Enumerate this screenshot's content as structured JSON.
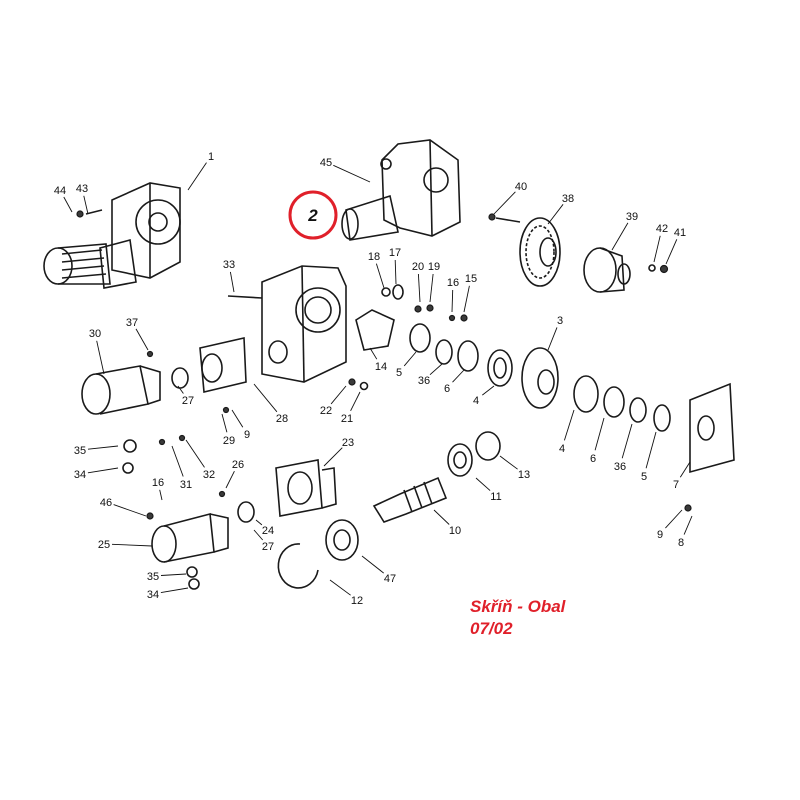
{
  "labels": [
    {
      "id": "p1",
      "text": "1"
    },
    {
      "id": "p44",
      "text": "44"
    },
    {
      "id": "p43",
      "text": "43"
    },
    {
      "id": "p45",
      "text": "45"
    },
    {
      "id": "p40",
      "text": "40"
    },
    {
      "id": "p38",
      "text": "38"
    },
    {
      "id": "p39",
      "text": "39"
    },
    {
      "id": "p42",
      "text": "42"
    },
    {
      "id": "p41",
      "text": "41"
    },
    {
      "id": "p33",
      "text": "33"
    },
    {
      "id": "p18",
      "text": "18"
    },
    {
      "id": "p17",
      "text": "17"
    },
    {
      "id": "p20",
      "text": "20"
    },
    {
      "id": "p19",
      "text": "19"
    },
    {
      "id": "p16a",
      "text": "16"
    },
    {
      "id": "p15",
      "text": "15"
    },
    {
      "id": "p3",
      "text": "3"
    },
    {
      "id": "p30",
      "text": "30"
    },
    {
      "id": "p37",
      "text": "37"
    },
    {
      "id": "p14",
      "text": "14"
    },
    {
      "id": "p5a",
      "text": "5"
    },
    {
      "id": "p36a",
      "text": "36"
    },
    {
      "id": "p6a",
      "text": "6"
    },
    {
      "id": "p4a",
      "text": "4"
    },
    {
      "id": "p27a",
      "text": "27"
    },
    {
      "id": "p28",
      "text": "28"
    },
    {
      "id": "p22",
      "text": "22"
    },
    {
      "id": "p21",
      "text": "21"
    },
    {
      "id": "p29",
      "text": "29"
    },
    {
      "id": "p9a",
      "text": "9"
    },
    {
      "id": "p4b",
      "text": "4"
    },
    {
      "id": "p6b",
      "text": "6"
    },
    {
      "id": "p36b",
      "text": "36"
    },
    {
      "id": "p5b",
      "text": "5"
    },
    {
      "id": "p7",
      "text": "7"
    },
    {
      "id": "p35a",
      "text": "35"
    },
    {
      "id": "p31",
      "text": "31"
    },
    {
      "id": "p32",
      "text": "32"
    },
    {
      "id": "p34a",
      "text": "34"
    },
    {
      "id": "p23",
      "text": "23"
    },
    {
      "id": "p13",
      "text": "13"
    },
    {
      "id": "p26",
      "text": "26"
    },
    {
      "id": "p16b",
      "text": "16"
    },
    {
      "id": "p11",
      "text": "11"
    },
    {
      "id": "p46",
      "text": "46"
    },
    {
      "id": "p24",
      "text": "24"
    },
    {
      "id": "p27b",
      "text": "27"
    },
    {
      "id": "p10",
      "text": "10"
    },
    {
      "id": "p9b",
      "text": "9"
    },
    {
      "id": "p8",
      "text": "8"
    },
    {
      "id": "p25",
      "text": "25"
    },
    {
      "id": "p47",
      "text": "47"
    },
    {
      "id": "p35b",
      "text": "35"
    },
    {
      "id": "p34b",
      "text": "34"
    },
    {
      "id": "p12",
      "text": "12"
    }
  ],
  "callout": {
    "text": "2",
    "color": "#e0202a"
  },
  "caption": {
    "line1": "Skříň - Obal",
    "line2": "07/02",
    "color": "#e0202a"
  }
}
